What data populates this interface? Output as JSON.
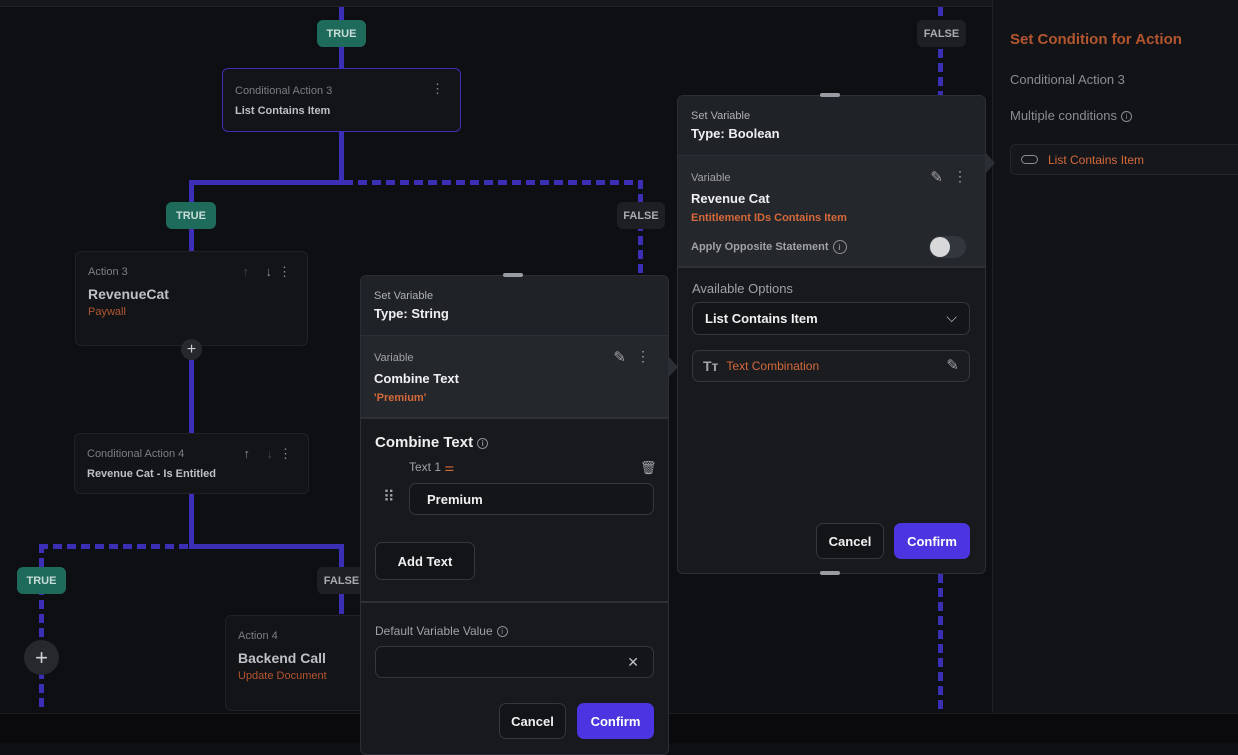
{
  "canvas": {
    "badges": {
      "true_top": "TRUE",
      "false_top_right": "FALSE",
      "true_mid": "TRUE",
      "false_mid": "FALSE",
      "true_bottom": "TRUE",
      "false_bottom": "FALSE"
    },
    "cond3": {
      "label": "Conditional Action 3",
      "title": "List Contains Item"
    },
    "action3": {
      "label": "Action 3",
      "title": "RevenueCat",
      "subtitle": "Paywall"
    },
    "cond4": {
      "label": "Conditional Action 4",
      "title": "Revenue Cat - Is Entitled"
    },
    "action4": {
      "label": "Action 4",
      "title": "Backend Call",
      "subtitle": "Update Document"
    }
  },
  "string_panel": {
    "header_label": "Set Variable",
    "header_type": "Type: String",
    "var_label": "Variable",
    "var_name": "Combine Text",
    "var_value": "'Premium'",
    "section_title": "Combine Text",
    "text1_label": "Text 1",
    "text1_value": "Premium",
    "add_text": "Add Text",
    "default_label": "Default Variable Value",
    "default_value": "",
    "cancel": "Cancel",
    "confirm": "Confirm"
  },
  "bool_panel": {
    "header_label": "Set Variable",
    "header_type": "Type: Boolean",
    "var_label": "Variable",
    "var_name": "Revenue Cat",
    "var_value": "Entitlement IDs Contains Item",
    "opposite_label": "Apply Opposite Statement",
    "opposite_on": false,
    "options_label": "Available Options",
    "option_selected": "List Contains Item",
    "text_combination": "Text Combination",
    "cancel": "Cancel",
    "confirm": "Confirm"
  },
  "side_panel": {
    "title": "Set Condition for Action",
    "action_name": "Conditional Action 3",
    "multiple_label": "Multiple conditions",
    "condition": "List Contains Item"
  },
  "colors": {
    "accent": "#4a35e0",
    "orange": "#d5693a",
    "teal": "#1e6b5c",
    "line": "#3b2fb5"
  }
}
